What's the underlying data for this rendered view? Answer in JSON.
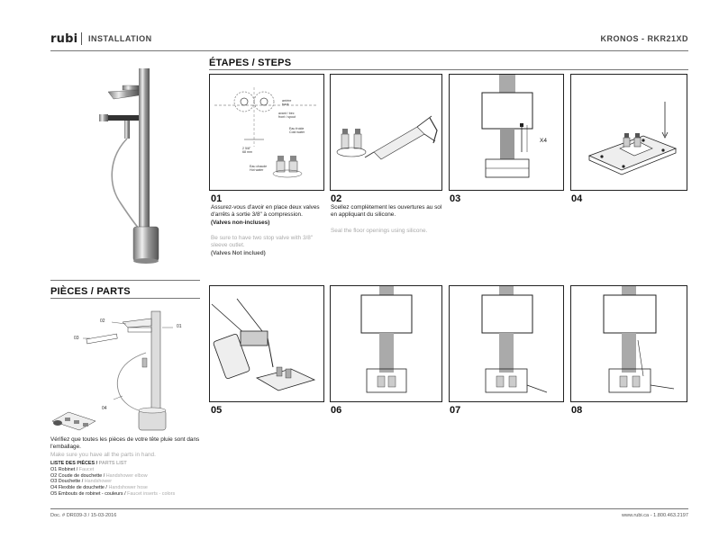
{
  "header": {
    "brand": "rubi",
    "title": "INSTALLATION",
    "model": "KRONOS - RKR21XD"
  },
  "steps_section": {
    "title": "ÉTAPES / STEPS"
  },
  "steps": [
    {
      "num": "01",
      "fr": "Assurez-vous d'avoir en place deux valves d'arrêts à sortie 3/8\" à compression.",
      "fr_bold": "(Valves non-incluses)",
      "en": "Be sure to have two stop valve with 3/8\" sleeve outlet.",
      "en_bold": "(Valves Not inclued)",
      "callouts": {
        "wall": "arrière\nback",
        "front": "avant / bec\nfront / spout",
        "cold": "Eau froide\nCold water",
        "dim": "2 5/8\"\n68 mm",
        "hot": "Eau chaude\nHot water"
      }
    },
    {
      "num": "02",
      "fr": "Scellez complètement les ouvertures au sol en appliquant du silicone.",
      "en": "Seal the floor openings using silicone."
    },
    {
      "num": "03",
      "callout": "X4"
    },
    {
      "num": "04"
    },
    {
      "num": "05"
    },
    {
      "num": "06"
    },
    {
      "num": "07"
    },
    {
      "num": "08"
    }
  ],
  "parts_section": {
    "title": "PIÈCES / PARTS",
    "labels": [
      "01",
      "02",
      "03",
      "04"
    ],
    "check_fr": "Vérifiez que toutes les pièces de votre tête pluie sont dans l'emballage.",
    "check_en": "Make sure you have all the parts in hand.",
    "list_title_fr": "LISTE DES PIÈCES / ",
    "list_title_en": "PARTS LIST",
    "items": [
      {
        "fr": "O1 Robinet / ",
        "en": "Faucet"
      },
      {
        "fr": "O2 Coude de douchette / ",
        "en": "Handshower elbow"
      },
      {
        "fr": "O3 Douchette / ",
        "en": "Handshower"
      },
      {
        "fr": "O4 Flexible de douchette / ",
        "en": "Handshower hose"
      },
      {
        "fr": "O5 Embouts de robinet - couleurs / ",
        "en": "Faucet inserts - colors"
      }
    ]
  },
  "footer": {
    "doc": "Doc. # DR039-3 / 15-03-2016",
    "contact": "www.rubi.ca - 1.800.463.2197"
  }
}
